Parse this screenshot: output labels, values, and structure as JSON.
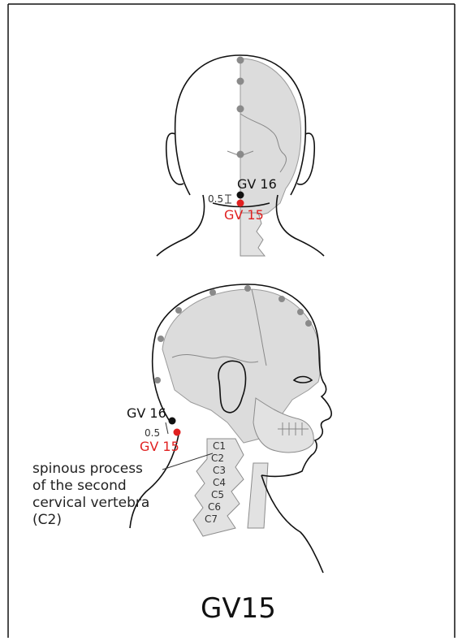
{
  "title": "GV15",
  "back_view": {
    "upper_point_label": "GV 16",
    "target_point_label": "GV 15",
    "distance_label": "0.5"
  },
  "side_view": {
    "upper_point_label": "GV 16",
    "target_point_label": "GV 15",
    "distance_label": "0.5",
    "vertebra_labels": [
      "C1",
      "C2",
      "C3",
      "C4",
      "C5",
      "C6",
      "C7"
    ]
  },
  "annotation": {
    "line1": "spinous process",
    "line2": "of the second",
    "line3": "cervical vertebra",
    "line4": "(C2)"
  },
  "colors": {
    "target_point": "#e02020",
    "reference_point": "#111111",
    "meridian_dots": "#8a8a8a"
  }
}
